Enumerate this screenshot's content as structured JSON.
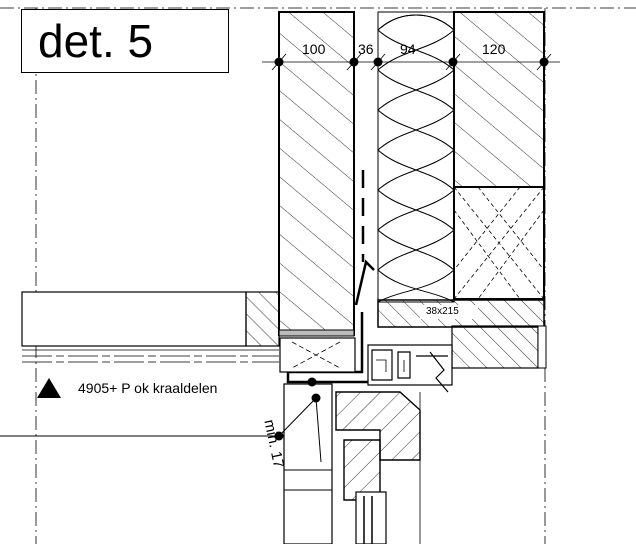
{
  "title": "det. 5",
  "dimensions": [
    "100",
    "36",
    "94",
    "120"
  ],
  "beam_label": "38x215",
  "note": "4905+ P ok kraaldelen",
  "min_label": "min. 17"
}
